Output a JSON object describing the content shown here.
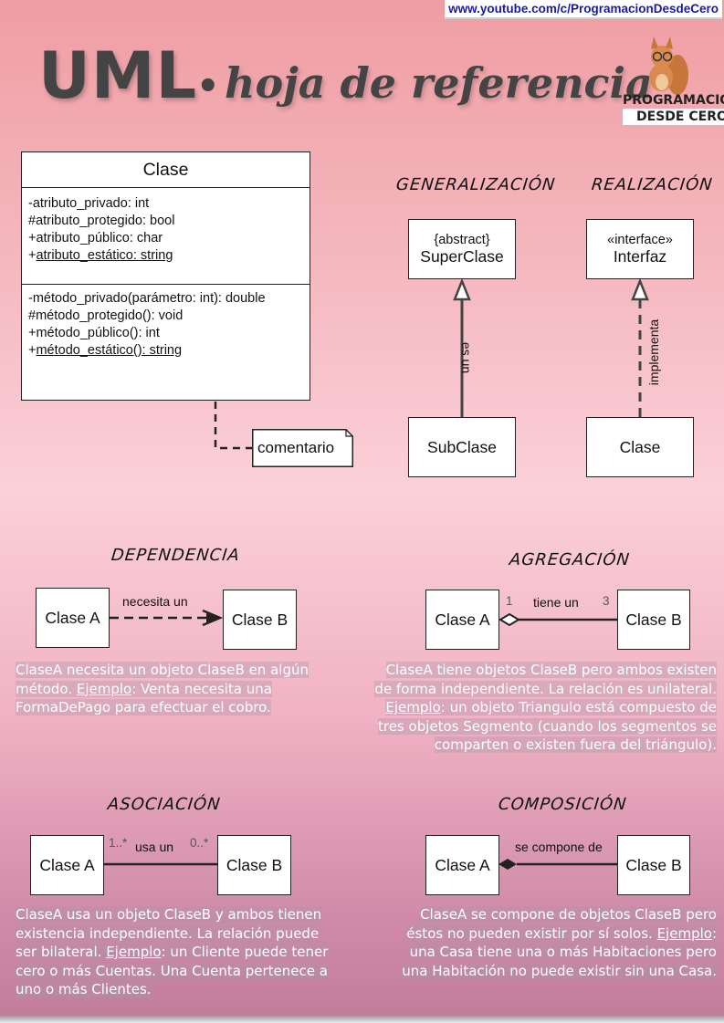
{
  "header": {
    "url": "www.youtube.com/c/ProgramacionDesdeCero",
    "title_main": "UML",
    "title_bullet": "•",
    "title_sub": "hoja de referencia",
    "brand_line1": "PROGRAMACIÓN",
    "brand_line2": "DESDE CERO"
  },
  "class_box": {
    "name": "Clase",
    "attributes": [
      "-atributo_privado: int",
      "#atributo_protegido: bool",
      "+atributo_público: char"
    ],
    "static_attribute_prefix": "+",
    "static_attribute": "atributo_estático: string",
    "methods": [
      "-método_privado(parámetro: int): double",
      "#método_protegido(): void",
      "+método_público(): int"
    ],
    "static_method_prefix": "+",
    "static_method": "método_estático(): string",
    "comment": "comentario"
  },
  "generalization": {
    "heading": "GENERALIZACIÓN",
    "super_stereotype": "{abstract}",
    "super_name": "SuperClase",
    "sub_name": "SubClase",
    "arrow_label": "es un"
  },
  "realization": {
    "heading": "REALIZACIÓN",
    "iface_stereotype": "«interface»",
    "iface_name": "Interfaz",
    "impl_name": "Clase",
    "arrow_label": "implementa"
  },
  "dependency": {
    "heading": "DEPENDENCIA",
    "class_a": "Clase A",
    "class_b": "Clase B",
    "label": "necesita un",
    "desc": {
      "l1": "ClaseA necesita un objeto ClaseB en algún",
      "l2a": "método. ",
      "l2u": "Ejemplo",
      "l2b": ": Venta necesita una",
      "l3": "FormaDePago para efectuar el cobro."
    }
  },
  "aggregation": {
    "heading": "AGREGACIÓN",
    "class_a": "Clase A",
    "class_b": "Clase B",
    "label": "tiene un",
    "mult_a": "1",
    "mult_b": "3",
    "desc": {
      "l1": "ClaseA tiene objetos ClaseB pero ambos existen",
      "l2": "de forma independiente. La relación es unilateral.",
      "l3u": "Ejemplo",
      "l3b": ": un objeto Triangulo está compuesto de",
      "l4": "tres objetos Segmento (cuando los segmentos se",
      "l5": "comparten o existen fuera del triángulo)."
    }
  },
  "association": {
    "heading": "ASOCIACIÓN",
    "class_a": "Clase A",
    "class_b": "Clase B",
    "label": "usa un",
    "mult_a": "1..*",
    "mult_b": "0..*",
    "desc": {
      "l1": "ClaseA usa un objeto ClaseB y ambos tienen",
      "l2": "existencia independiente. La relación puede",
      "l3a": "ser bilateral. ",
      "l3u": "Ejemplo",
      "l3b": ": un Cliente puede tener",
      "l4": "cero o más Cuentas. Una Cuenta pertenece a",
      "l5": "uno o más Clientes."
    }
  },
  "composition": {
    "heading": "COMPOSICIÓN",
    "class_a": "Clase A",
    "class_b": "Clase B",
    "label": "se compone de",
    "desc": {
      "l1": "ClaseA se compone de objetos ClaseB pero",
      "l2a": "éstos no pueden existir por sí solos. ",
      "l2u": "Ejemplo",
      "l2b": ":",
      "l3": "una Casa tiene una o más Habitaciones pero",
      "l4": "una Habitación no puede existir sin una Casa."
    }
  }
}
